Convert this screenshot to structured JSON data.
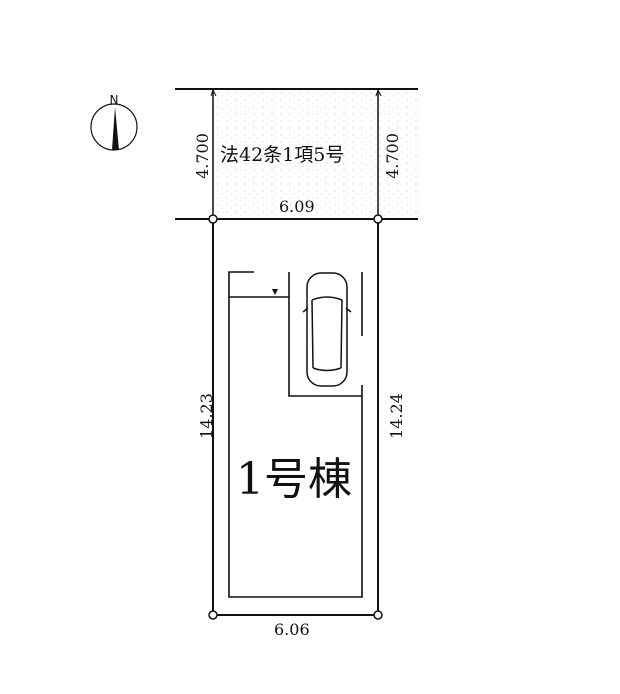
{
  "diagram": {
    "type": "site-plan",
    "north_arrow": {
      "label": "N"
    },
    "road": {
      "label": "法42条1項5号",
      "left_width": "4.700",
      "right_width": "4.700",
      "frontage": "6.09"
    },
    "lot": {
      "left_depth": "14.23",
      "right_depth": "14.24",
      "rear_width": "6.06"
    },
    "building": {
      "label": "1号棟"
    },
    "parking": {
      "vehicle": "car"
    },
    "colors": {
      "line": "#111111",
      "road_stipple": "#bdbdbd",
      "background": "#ffffff"
    }
  }
}
